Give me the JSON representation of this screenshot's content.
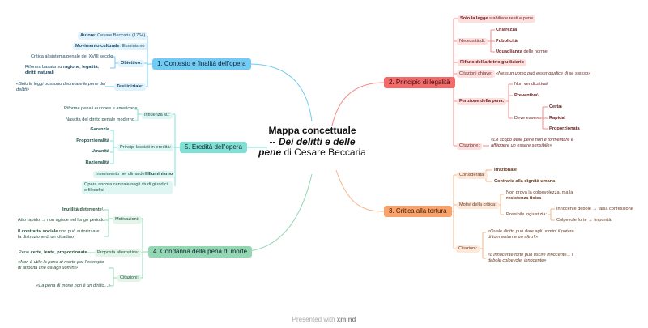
{
  "title": {
    "line1": "Mappa concettuale",
    "prefix": "-- ",
    "italic": "Dei delitti e delle pene",
    "suffix": " di Cesare Beccaria"
  },
  "b1": {
    "label": "1. Contesto e finalità dell'opera",
    "autore_b": "Autore",
    "autore": ": Cesare Beccaria (1764)",
    "mov_b": "Movimento culturale",
    "mov": ": Illuminismo",
    "obiettivo": "Obiettivo:",
    "ob1": "Critica al sistema penale del XVIII secolo",
    "ob2a": "Riforma basata su ",
    "ob2b": "ragione",
    "ob2c": ", ",
    "ob2d": "legalità",
    "ob2e": ", ",
    "ob2f": "diritti naturali",
    "tesi": "Tesi iniziale:",
    "tesi_q": "«Solo le leggi possono decretare le pene dei delitti»"
  },
  "b5": {
    "label": "5. Eredità dell'opera",
    "influenza": "Influenza su:",
    "inf1": "Riforme penali europee e americane",
    "inf2": "Nascita del diritto penale moderno",
    "principi": "Principi lasciati in eredità:",
    "pr": [
      "Garanzia",
      "Proporzionalità",
      "Umanità",
      "Razionalità"
    ],
    "ins_a": "Inserimento nel clima dell'",
    "ins_b": "Illuminismo",
    "opera": "Opera ancora centrale negli studi giuridici e filosofici"
  },
  "b4": {
    "label": "4. Condanna della pena di morte",
    "motivazioni": "Motivazioni:",
    "m1": "Inutilità deterrente",
    "m1s": "\\",
    "m2": "Atto rapido → non agisce nel lungo periodo",
    "m3b": "Il contratto sociale",
    "m3": " non può autorizzare la distruzione di un cittadino",
    "proposta": "Proposta alternativa:",
    "pr_a": "Pene ",
    "pr_b": "certe, lente, proporzionate",
    "citazioni": "Citazioni:",
    "c1": "«Non è utile la pena di morte per l'esempio di atrocità che dà agli uomini»",
    "c2": "«La pena di morte non è un diritto...»"
  },
  "b2": {
    "label": "2. Principio di legalità",
    "legge_b": "Solo la legge",
    "legge": " stabilisce reati e pene",
    "necessita": "Necessità di:",
    "n1": "Chiarezza",
    "n2": "Pubblicità",
    "n3b": "Uguaglianza",
    "n3": " delle norme",
    "rifiuto": "Rifiuto dell'arbitrio giudiziario",
    "cit_chiave": "Citazioni chiave:",
    "cit_q": "«Nessun uomo può esser giudice di sé stesso»",
    "funzione": "Funzione della pena:",
    "f1": "Non vendicativa\\",
    "f2": "Preventiva",
    "f2s": "\\",
    "deve": "Deve essere:",
    "d1": "Certa",
    "d1s": "\\",
    "d2": "Rapida",
    "d2s": "\\",
    "d3": "Proporzionata",
    "citazione": "Citazione:",
    "citazione_q": "«Lo scopo delle pene non è tormentare e affliggere un essere sensibile»"
  },
  "b3": {
    "label": "3. Critica alla tortura",
    "considerata": "Considerata:",
    "k1": "Irrazionale",
    "k2": "Contraria alla dignità umana",
    "motivi": "Motivi della critica:",
    "mo1a": "Non prova la colpevolezza, ma la ",
    "mo1b": "resistenza fisica",
    "ingiustizia": "Possibile ingiustizia:",
    "in1": "Innocente debole → falsa confessione",
    "in2": "Colpevole forte → impunità",
    "citazioni": "Citazioni:",
    "q1": "«Quale diritto può dare agli uomini il potere di tormentarne un altro?»",
    "q2": "«L'innocente forte può uscire innocente... il debole colpevole, innocente»"
  },
  "footer": {
    "prefix": "Presented with ",
    "brand": "xmind"
  }
}
